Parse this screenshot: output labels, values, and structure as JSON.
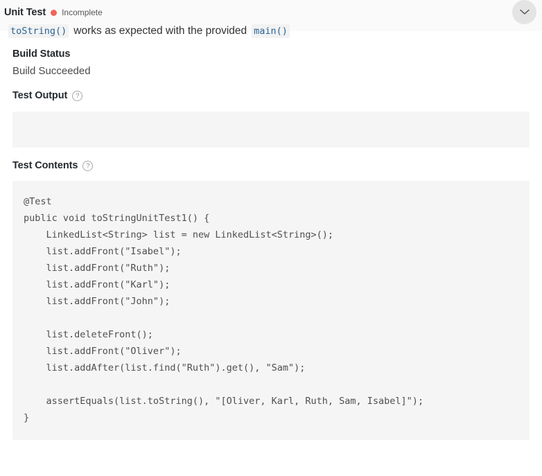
{
  "header": {
    "title": "Unit Test",
    "status_label": "Incomplete",
    "status_color": "#f0655a",
    "description_prefix_code": "toString()",
    "description_text": "works as expected with the provided",
    "description_suffix_code": "main()",
    "collapse_icon": "chevron-down-icon"
  },
  "build_status": {
    "heading": "Build Status",
    "result": "Build Succeeded"
  },
  "test_output": {
    "heading": "Test Output",
    "help_icon_glyph": "?",
    "content": ""
  },
  "test_contents": {
    "heading": "Test Contents",
    "help_icon_glyph": "?",
    "code": "@Test\npublic void toStringUnitTest1() {\n    LinkedList<String> list = new LinkedList<String>();\n    list.addFront(\"Isabel\");\n    list.addFront(\"Ruth\");\n    list.addFront(\"Karl\");\n    list.addFront(\"John\");\n\n    list.deleteFront();\n    list.addFront(\"Oliver\");\n    list.addAfter(list.find(\"Ruth\").get(), \"Sam\");\n\n    assertEquals(list.toString(), \"[Oliver, Karl, Ruth, Sam, Isabel]\");\n}"
  }
}
